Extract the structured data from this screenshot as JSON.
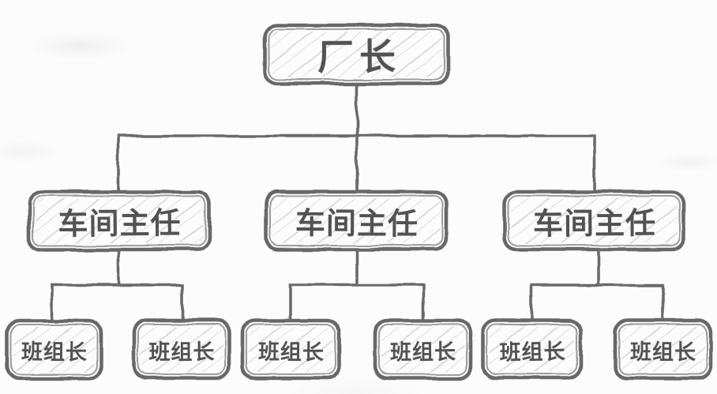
{
  "diagram": {
    "type": "org-chart-tree",
    "style": "hand-drawn pencil sketch",
    "colors": {
      "background": "#fcfcfc",
      "stroke": "#6a6a6a",
      "inner_stroke": "#848484",
      "text": "#525252",
      "hatch": "#b0b0b0"
    },
    "levels": 3,
    "nodes": [
      {
        "id": "factory-director",
        "label": "厂长",
        "level": 1,
        "parent": null
      },
      {
        "id": "workshop-director-1",
        "label": "车间主任",
        "level": 2,
        "parent": "factory-director"
      },
      {
        "id": "workshop-director-2",
        "label": "车间主任",
        "level": 2,
        "parent": "factory-director"
      },
      {
        "id": "workshop-director-3",
        "label": "车间主任",
        "level": 2,
        "parent": "factory-director"
      },
      {
        "id": "team-leader-1",
        "label": "班组长",
        "level": 3,
        "parent": "workshop-director-1"
      },
      {
        "id": "team-leader-2",
        "label": "班组长",
        "level": 3,
        "parent": "workshop-director-1"
      },
      {
        "id": "team-leader-3",
        "label": "班组长",
        "level": 3,
        "parent": "workshop-director-2"
      },
      {
        "id": "team-leader-4",
        "label": "班组长",
        "level": 3,
        "parent": "workshop-director-2"
      },
      {
        "id": "team-leader-5",
        "label": "班组长",
        "level": 3,
        "parent": "workshop-director-3"
      },
      {
        "id": "team-leader-6",
        "label": "班组长",
        "level": 3,
        "parent": "workshop-director-3"
      }
    ],
    "edges": [
      [
        "factory-director",
        "workshop-director-1"
      ],
      [
        "factory-director",
        "workshop-director-2"
      ],
      [
        "factory-director",
        "workshop-director-3"
      ],
      [
        "workshop-director-1",
        "team-leader-1"
      ],
      [
        "workshop-director-1",
        "team-leader-2"
      ],
      [
        "workshop-director-2",
        "team-leader-3"
      ],
      [
        "workshop-director-2",
        "team-leader-4"
      ],
      [
        "workshop-director-3",
        "team-leader-5"
      ],
      [
        "workshop-director-3",
        "team-leader-6"
      ]
    ]
  }
}
